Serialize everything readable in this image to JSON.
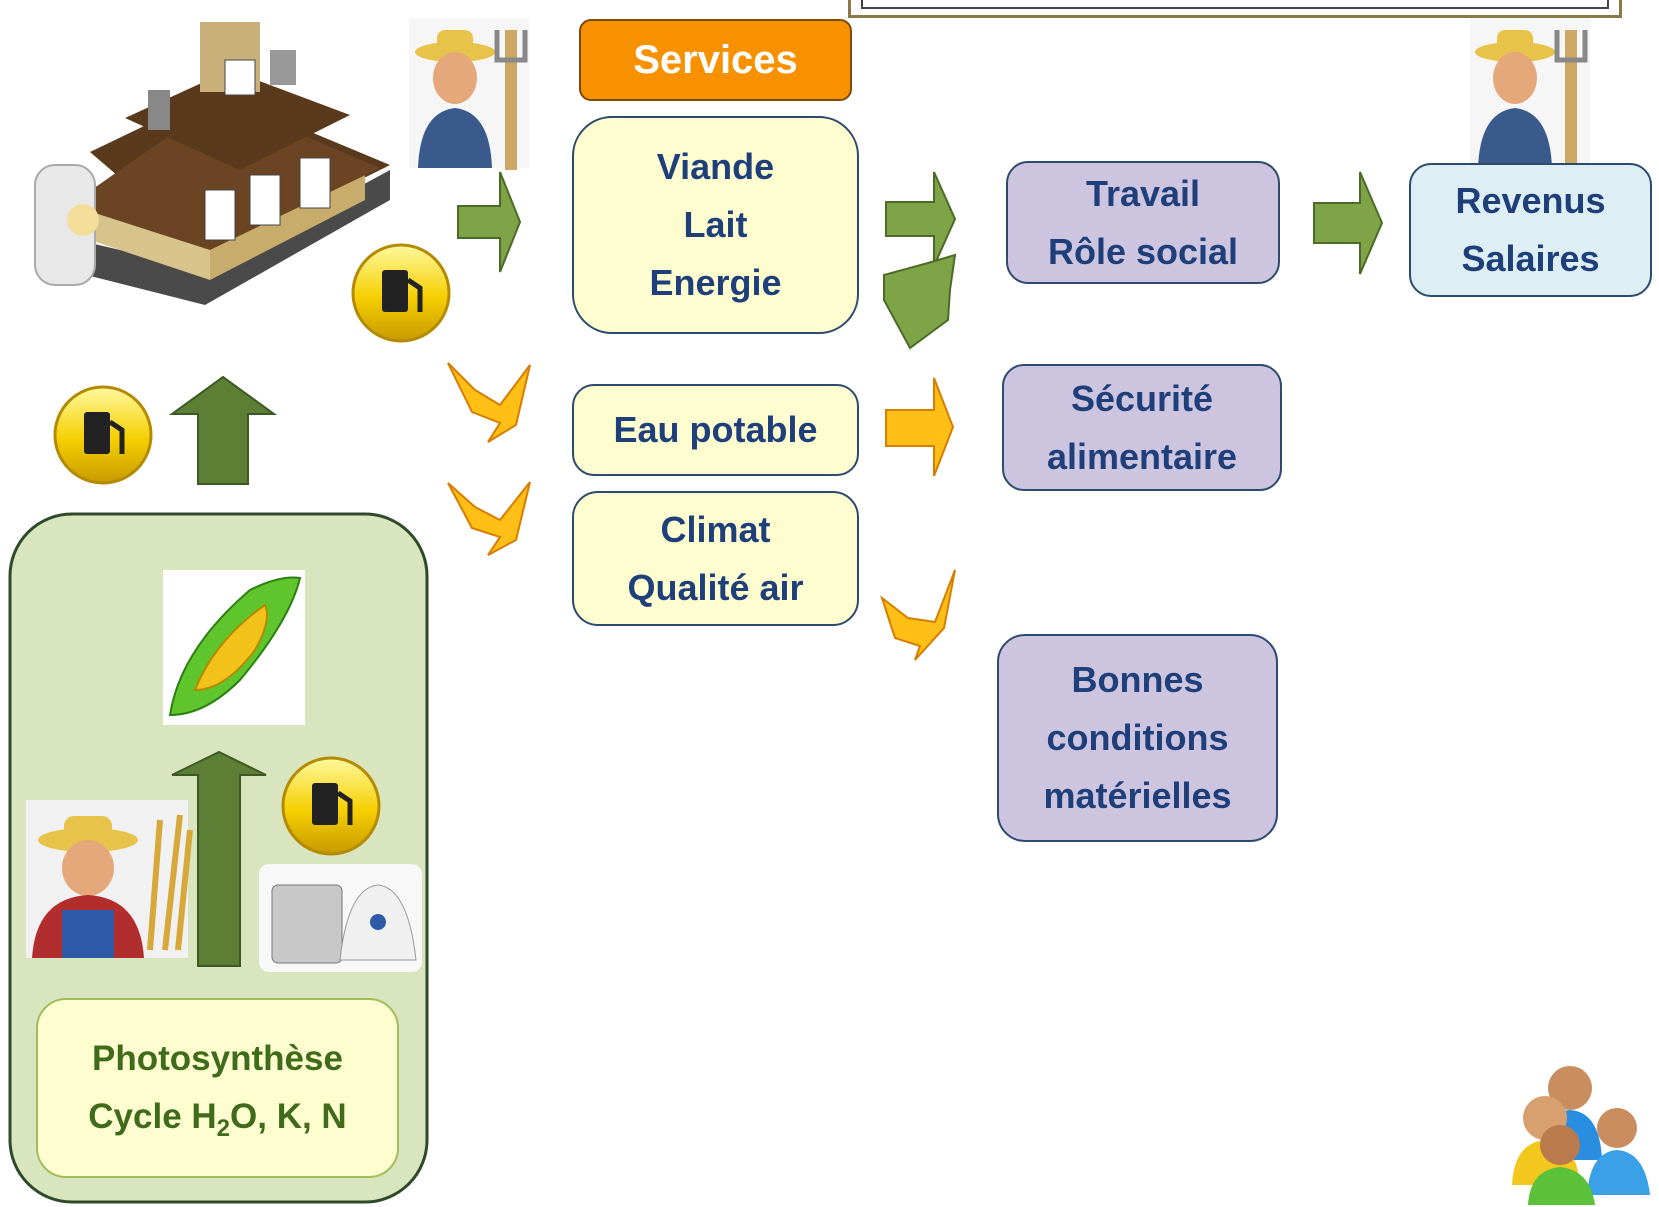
{
  "services": {
    "label": "Services"
  },
  "outputs": {
    "production": [
      "Viande",
      "Lait",
      "Energie"
    ],
    "water": "Eau potable",
    "climate": [
      "Climat",
      "Qualité air"
    ]
  },
  "social": {
    "work": [
      "Travail",
      "Rôle social"
    ],
    "food_security": [
      "Sécurité",
      "alimentaire"
    ],
    "conditions": [
      "Bonnes",
      "conditions",
      "matérielles"
    ]
  },
  "income": [
    "Revenus",
    "Salaires"
  ],
  "photosynthesis": {
    "line1": "Photosynthèse",
    "line2_prefix": "Cycle H",
    "line2_sub": "2",
    "line2_suffix": "O, K, N"
  },
  "colors": {
    "green_arrow": "#7fa347",
    "dark_green_arrow": "#5d7f35",
    "orange_arrow": "#ffbf17",
    "services_fill": "#f79100",
    "panel_fill": "#d8e5be"
  },
  "icons": [
    "farm-building-icon",
    "farmer-icon",
    "fuel-icon",
    "corn-icon",
    "fertilizer-bags-icon",
    "people-group-icon"
  ]
}
